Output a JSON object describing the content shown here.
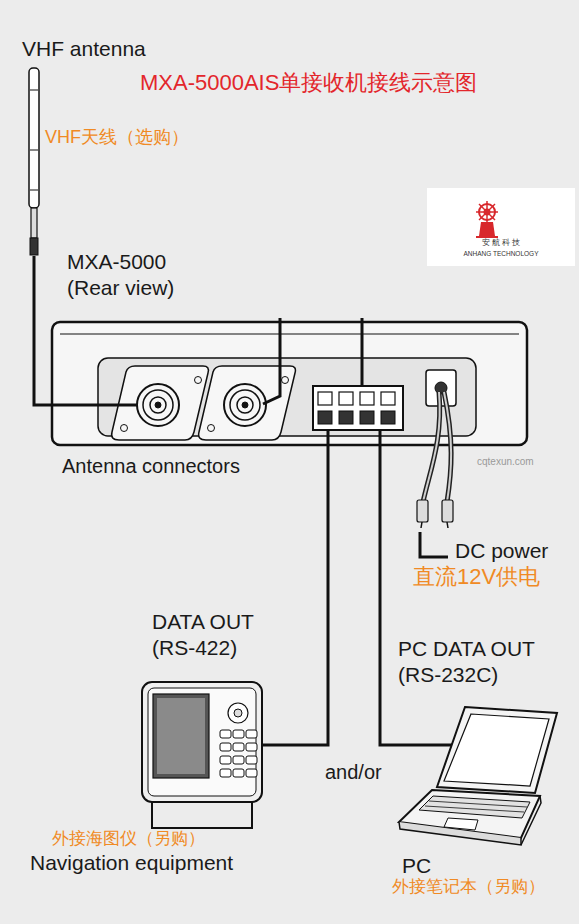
{
  "diagram": {
    "title": "MXA-5000AIS单接收机接线示意图",
    "nodes": [
      {
        "text": [
          "VHF antenna",
          "VHF天线（选购）"
        ]
      },
      {
        "text": [
          "MXA-5000 (Rear view)"
        ]
      },
      {
        "text": [
          "DATA OUT (RS-422)",
          "外接海图仪（另购）",
          "Navigation equipment"
        ]
      },
      {
        "text": [
          "PC DATA OUT (RS-232C)",
          "PC",
          "外接笔记本（另购）"
        ]
      }
    ],
    "edges": [
      {
        "from": 0,
        "to": 1,
        "arrow": "none"
      },
      {
        "from": 1,
        "to": 2,
        "arrow": "none"
      },
      {
        "from": 1,
        "to": 3,
        "arrow": "none"
      }
    ],
    "labels": [
      "Antenna connectors",
      "DC power",
      "直流12V供电",
      "and/or",
      "安 航 科 技",
      "ANHANG TECHNOLOGY",
      "cqtexun.com"
    ]
  }
}
